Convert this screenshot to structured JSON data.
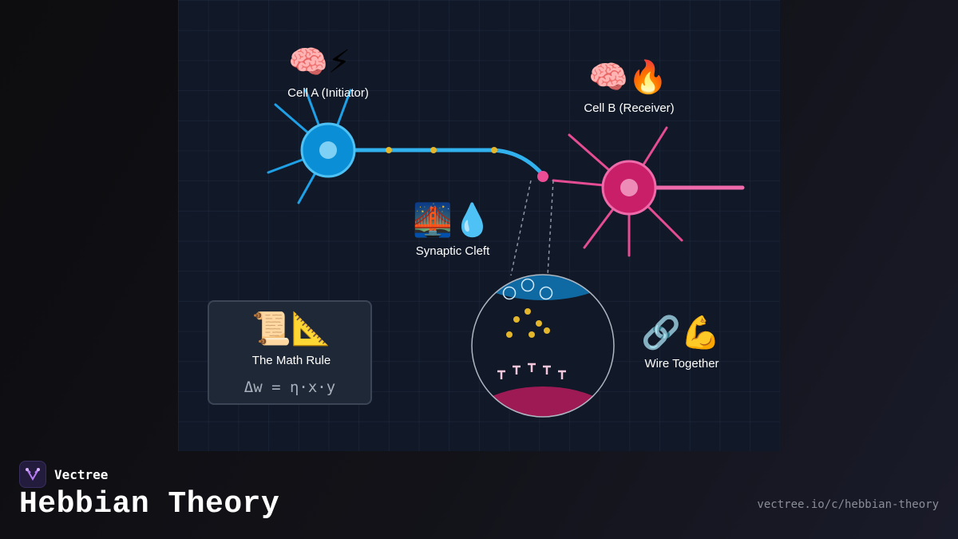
{
  "diagram": {
    "cell_a": {
      "emoji": "🧠⚡",
      "label": "Cell A (Initiator)"
    },
    "cell_b": {
      "emoji": "🧠🔥",
      "label": "Cell B (Receiver)"
    },
    "cleft": {
      "emoji": "🌉💧",
      "label": "Synaptic Cleft"
    },
    "math": {
      "emoji": "📜📐",
      "label": "The Math Rule",
      "formula": "Δw = η·x·y"
    },
    "wire": {
      "emoji": "🔗💪",
      "label": "Wire Together"
    },
    "colors": {
      "cell_a": "#0a8fd6",
      "cell_a_line": "#31b2ee",
      "cell_b": "#d0266e",
      "cell_b_line": "#e8559b",
      "signal": "#e3b62c",
      "synapse_dot": "#ec4d94",
      "background": "#111827"
    }
  },
  "footer": {
    "brand": "Vectree",
    "title": "Hebbian Theory",
    "url": "vectree.io/c/hebbian-theory"
  }
}
